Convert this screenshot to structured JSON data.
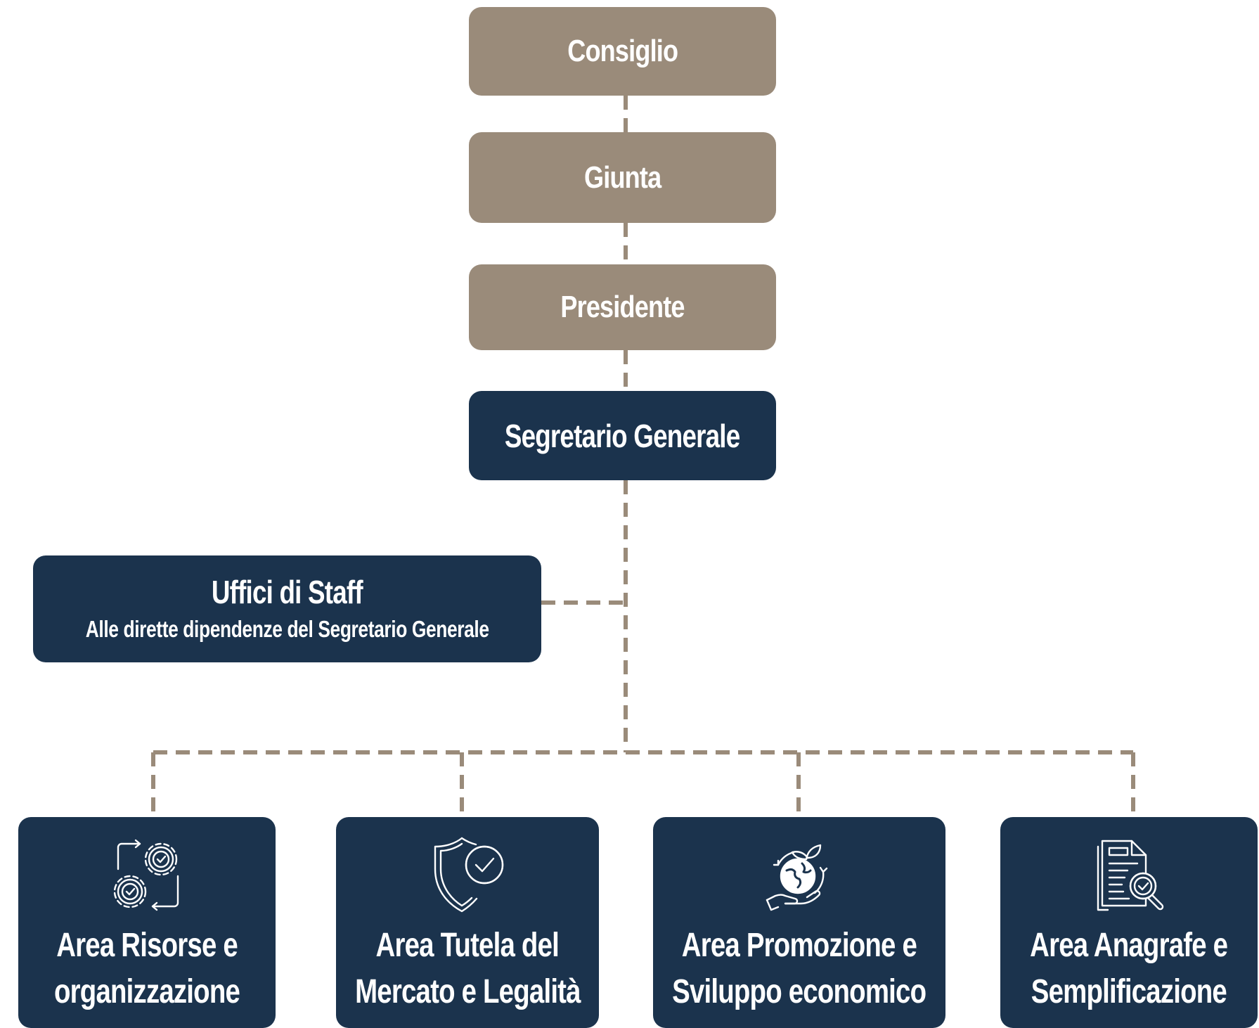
{
  "colors": {
    "tan": "#9a8b7a",
    "navy": "#1b334d",
    "text": "#ffffff",
    "connector": "#9a8b7a"
  },
  "governance": {
    "consiglio": "Consiglio",
    "giunta": "Giunta",
    "presidente": "Presidente"
  },
  "segretario": "Segretario Generale",
  "staff": {
    "title": "Uffici di Staff",
    "subtitle": "Alle dirette dipendenze del Segretario Generale"
  },
  "areas": [
    {
      "line1": "Area Risorse e",
      "line2": "organizzazione",
      "icon": "gears-cycle-icon"
    },
    {
      "line1": "Area Tutela del",
      "line2": "Mercato e Legalità",
      "icon": "shield-check-icon"
    },
    {
      "line1": "Area Promozione e",
      "line2": "Sviluppo economico",
      "icon": "globe-hand-sprout-icon"
    },
    {
      "line1": "Area Anagrafe e",
      "line2": "Semplificazione",
      "icon": "document-search-icon"
    }
  ]
}
